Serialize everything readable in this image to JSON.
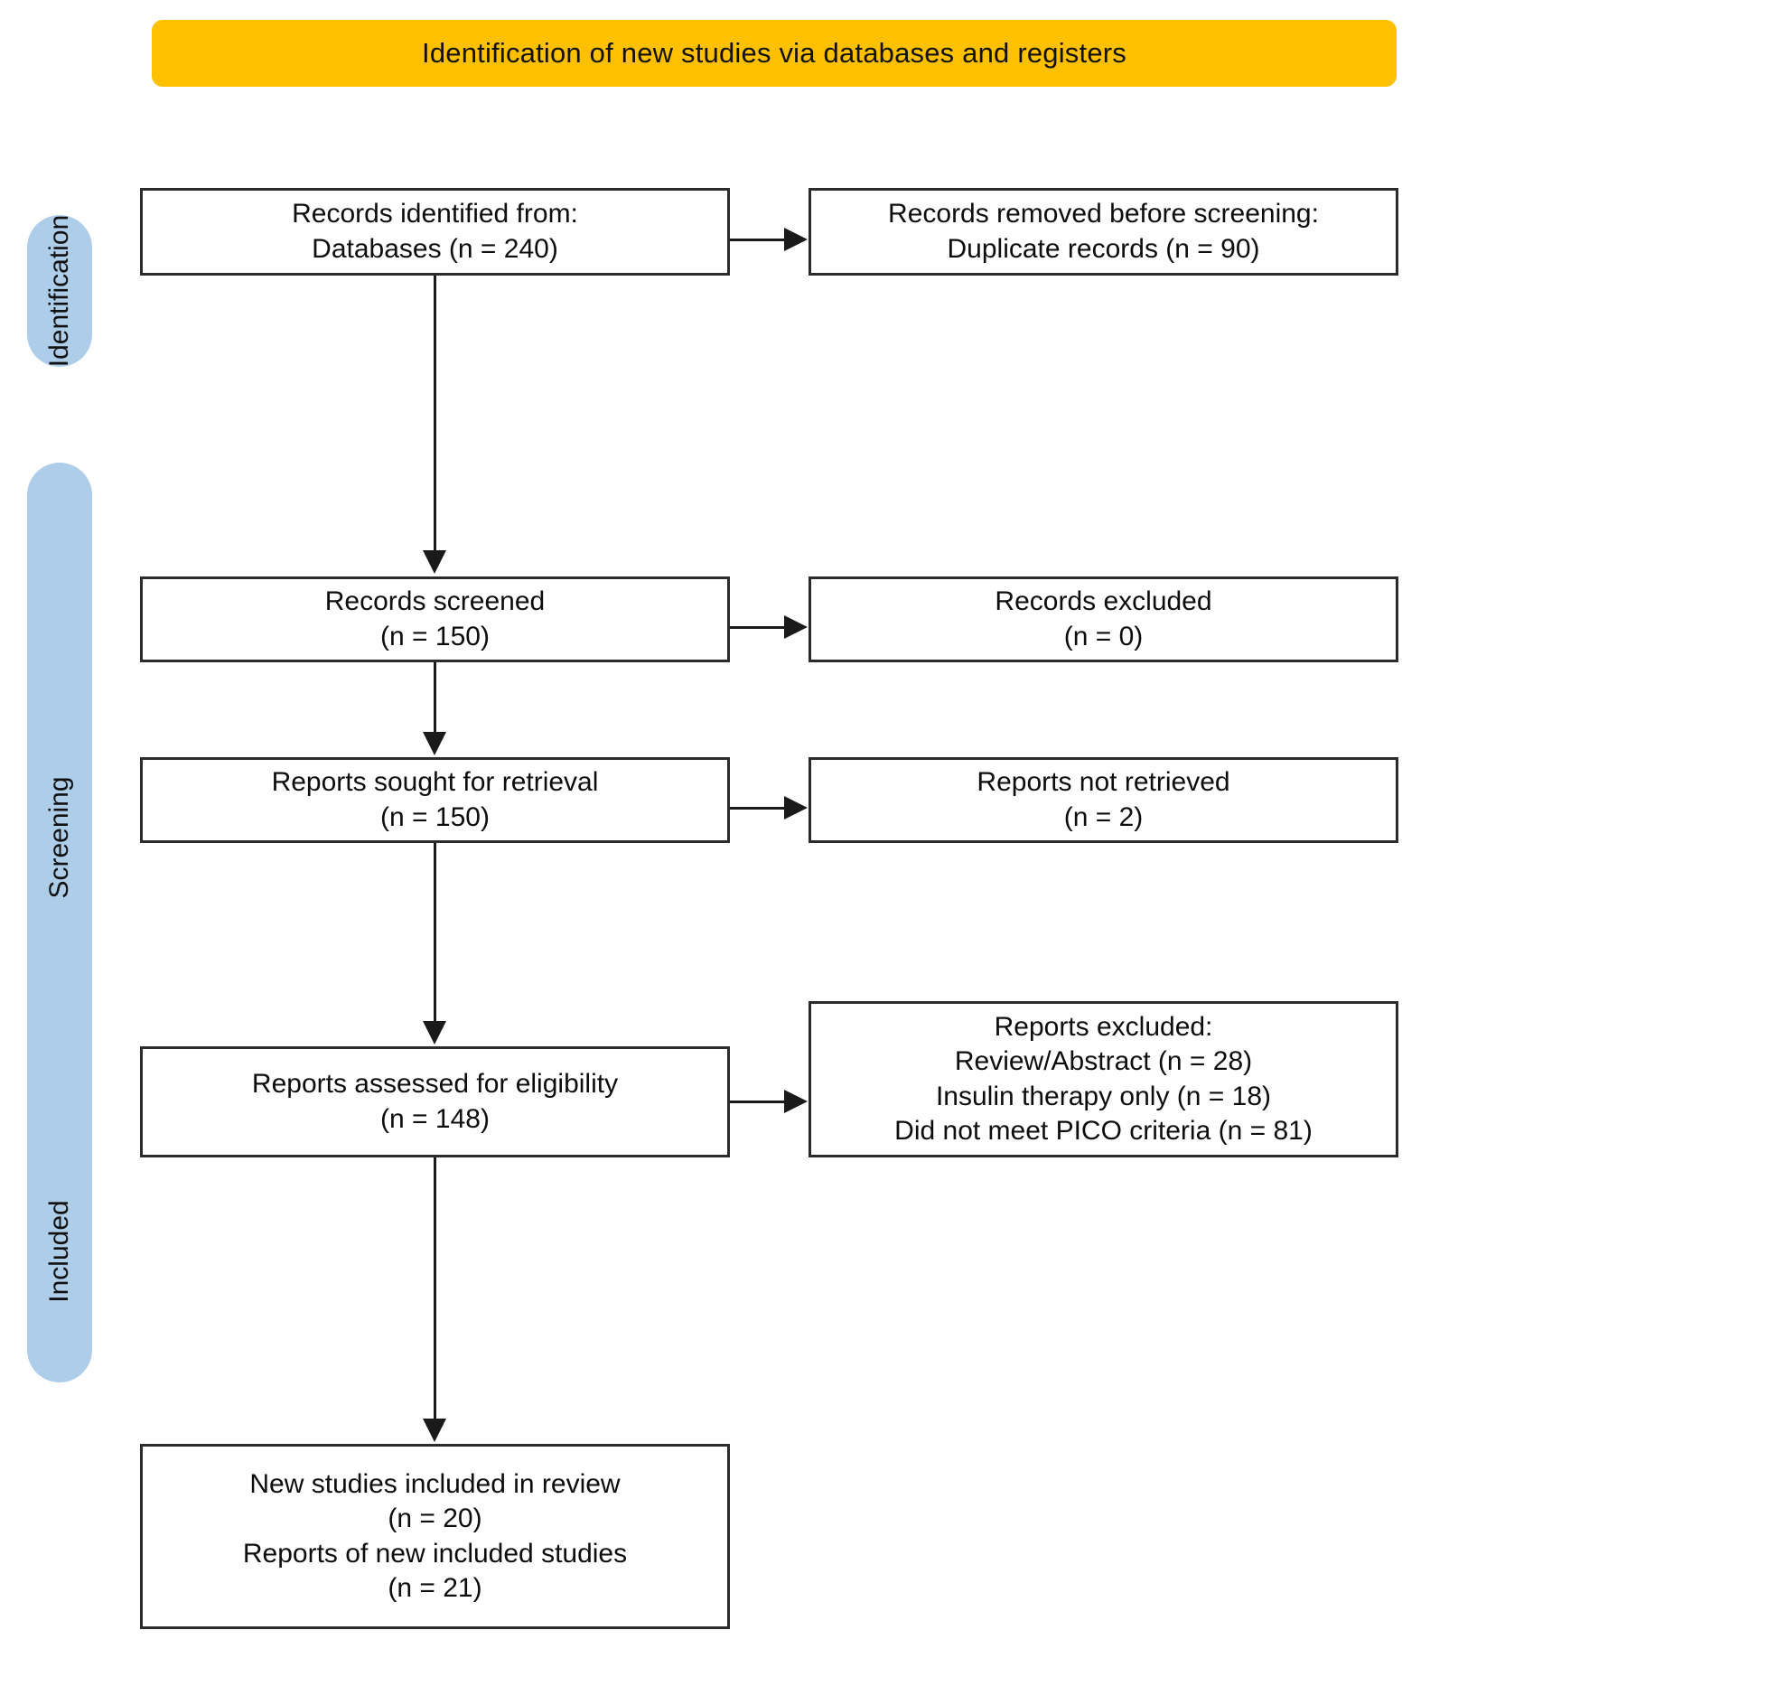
{
  "banner": {
    "title": "Identification of new studies via databases and registers",
    "color": "#FFC000"
  },
  "stages": [
    {
      "key": "identification",
      "label": "Identification",
      "color": "#AECDE9"
    },
    {
      "key": "screening",
      "label": "Screening",
      "color": "#AECDE9"
    },
    {
      "key": "included",
      "label": "Included",
      "color": "#AECDE9"
    }
  ],
  "boxes": {
    "identified": {
      "line1": "Records identified from:",
      "line2": "Databases (n = 240)"
    },
    "removed": {
      "line1": "Records removed before screening:",
      "line2": "Duplicate records (n = 90)"
    },
    "screened": {
      "line1": "Records screened",
      "line2": "(n = 150)"
    },
    "excluded": {
      "line1": "Records excluded",
      "line2": "(n = 0)"
    },
    "sought": {
      "line1": "Reports sought for retrieval",
      "line2": "(n = 150)"
    },
    "not_retrieved": {
      "line1": "Reports not retrieved",
      "line2": "(n = 2)"
    },
    "assessed": {
      "line1": "Reports assessed for eligibility",
      "line2": "(n = 148)"
    },
    "reports_excluded": {
      "line1": "Reports excluded:",
      "line2": "Review/Abstract (n = 28)",
      "line3": "Insulin therapy only (n = 18)",
      "line4": "Did not meet PICO criteria (n = 81)"
    },
    "included": {
      "line1": "New studies included in review",
      "line2": "(n = 20)",
      "line3": "Reports of new included studies",
      "line4": "(n = 21)"
    }
  },
  "chart_data": {
    "type": "diagram",
    "title": "Identification of new studies via databases and registers",
    "nodes": [
      {
        "id": "identified",
        "stage": "Identification",
        "column": "main",
        "label": "Records identified from: Databases",
        "n": 240
      },
      {
        "id": "removed",
        "stage": "Identification",
        "column": "exclusion",
        "label": "Records removed before screening: Duplicate records",
        "n": 90
      },
      {
        "id": "screened",
        "stage": "Screening",
        "column": "main",
        "label": "Records screened",
        "n": 150
      },
      {
        "id": "excluded",
        "stage": "Screening",
        "column": "exclusion",
        "label": "Records excluded",
        "n": 0
      },
      {
        "id": "sought",
        "stage": "Screening",
        "column": "main",
        "label": "Reports sought for retrieval",
        "n": 150
      },
      {
        "id": "not_retrieved",
        "stage": "Screening",
        "column": "exclusion",
        "label": "Reports not retrieved",
        "n": 2
      },
      {
        "id": "assessed",
        "stage": "Screening",
        "column": "main",
        "label": "Reports assessed for eligibility",
        "n": 148
      },
      {
        "id": "reports_excluded",
        "stage": "Screening",
        "column": "exclusion",
        "label": "Reports excluded",
        "breakdown": [
          {
            "reason": "Review/Abstract",
            "n": 28
          },
          {
            "reason": "Insulin therapy only",
            "n": 18
          },
          {
            "reason": "Did not meet PICO criteria",
            "n": 81
          }
        ]
      },
      {
        "id": "included",
        "stage": "Included",
        "column": "main",
        "label": "New studies included in review",
        "n": 20,
        "reports_n": 21
      }
    ],
    "edges": [
      {
        "from": "identified",
        "to": "removed",
        "direction": "right"
      },
      {
        "from": "identified",
        "to": "screened",
        "direction": "down"
      },
      {
        "from": "screened",
        "to": "excluded",
        "direction": "right"
      },
      {
        "from": "screened",
        "to": "sought",
        "direction": "down"
      },
      {
        "from": "sought",
        "to": "not_retrieved",
        "direction": "right"
      },
      {
        "from": "sought",
        "to": "assessed",
        "direction": "down"
      },
      {
        "from": "assessed",
        "to": "reports_excluded",
        "direction": "right"
      },
      {
        "from": "assessed",
        "to": "included",
        "direction": "down"
      }
    ]
  }
}
